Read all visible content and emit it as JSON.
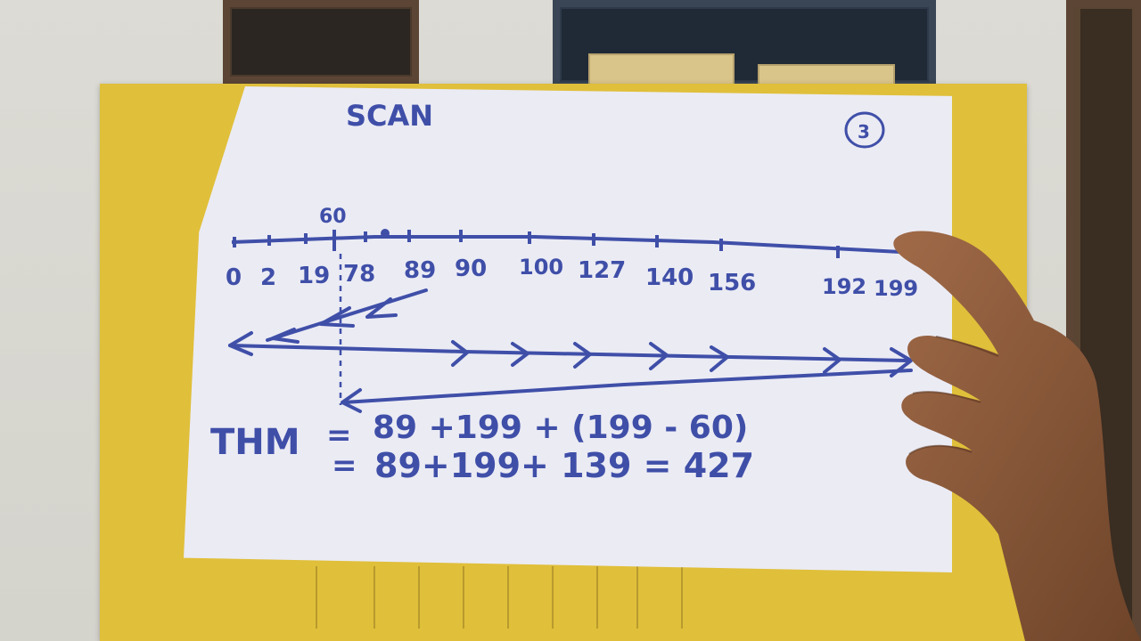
{
  "photo": {
    "title": "SCAN",
    "page_number": "3",
    "head_marker": "60",
    "track_labels": [
      "0",
      "2",
      "19",
      "78",
      "89",
      "90",
      "100",
      "127",
      "140",
      "156",
      "192",
      "199"
    ],
    "equation_line1": {
      "lhs": "THM",
      "eq": "=",
      "rhs": "89 +199 + (199 - 60)"
    },
    "equation_line2": {
      "eq": "=",
      "rhs": "89+199+ 139 = 427"
    },
    "colors": {
      "ink": "#3f4fa8",
      "paper": "#ebebf4",
      "clipboard": "#e0bf3a",
      "skin": "#8a5a3c"
    }
  }
}
